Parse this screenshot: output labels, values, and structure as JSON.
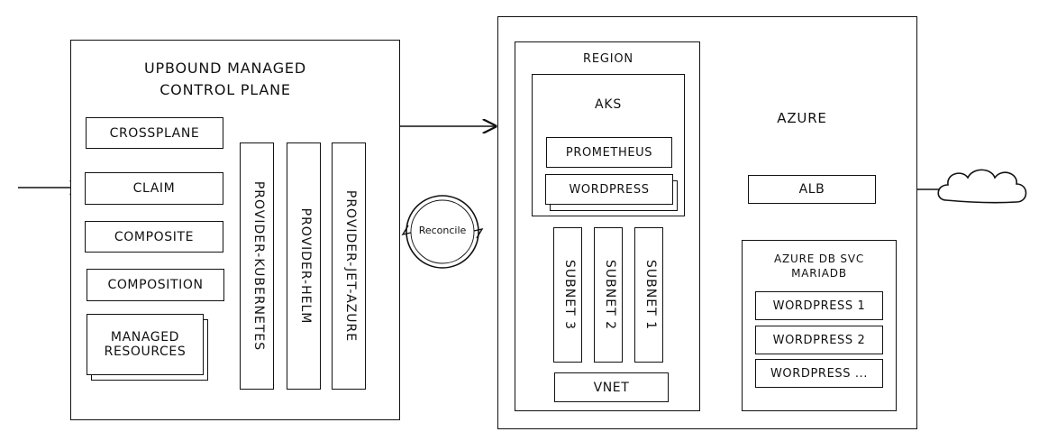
{
  "control_plane": {
    "title_line1": "UPBOUND MANAGED",
    "title_line2": "CONTROL PLANE",
    "crossplane": "CROSSPLANE",
    "claim": "CLAIM",
    "composite": "COMPOSITE",
    "composition": "COMPOSITION",
    "managed_line1": "MANAGED",
    "managed_line2": "RESOURCES",
    "providers": [
      "PROVIDER-KUBERNETES",
      "PROVIDER-HELM",
      "PROVIDER-JET-AZURE"
    ]
  },
  "reconcile": "Reconcile",
  "azure": {
    "label": "AZURE",
    "region": "REGION",
    "aks": "AKS",
    "prometheus": "PROMETHEUS",
    "wordpress": "WORDPRESS",
    "subnets": [
      "SUBNET 3",
      "SUBNET 2",
      "SUBNET 1"
    ],
    "vnet": "VNET",
    "alb": "ALB",
    "db_line1": "AZURE DB SVC",
    "db_line2": "MARIADB",
    "db_items": [
      "WORDPRESS 1",
      "WORDPRESS 2",
      "WORDPRESS ..."
    ]
  }
}
